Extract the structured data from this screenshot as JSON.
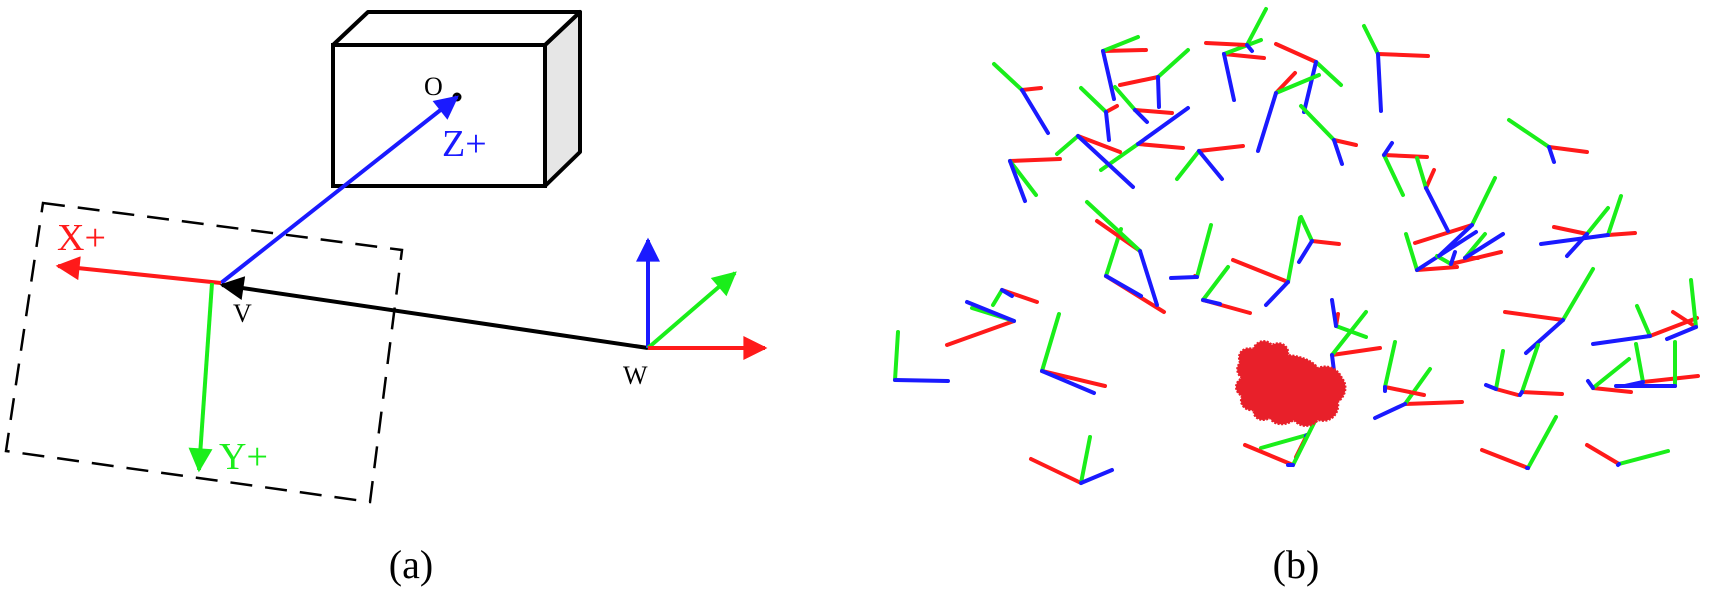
{
  "panel_a": {
    "origin_label": "O",
    "z_label": "Z+",
    "x_label": "X+",
    "y_label": "Y+",
    "v_label": "V",
    "w_label": "W",
    "caption": "(a)"
  },
  "panel_b": {
    "caption": "(b)"
  },
  "colors": {
    "x_axis": "#ff1a1a",
    "y_axis": "#1aee1a",
    "z_axis": "#1a1aff",
    "black": "#000000",
    "box_side": "#e6e6e6",
    "object": "#e8202a"
  }
}
